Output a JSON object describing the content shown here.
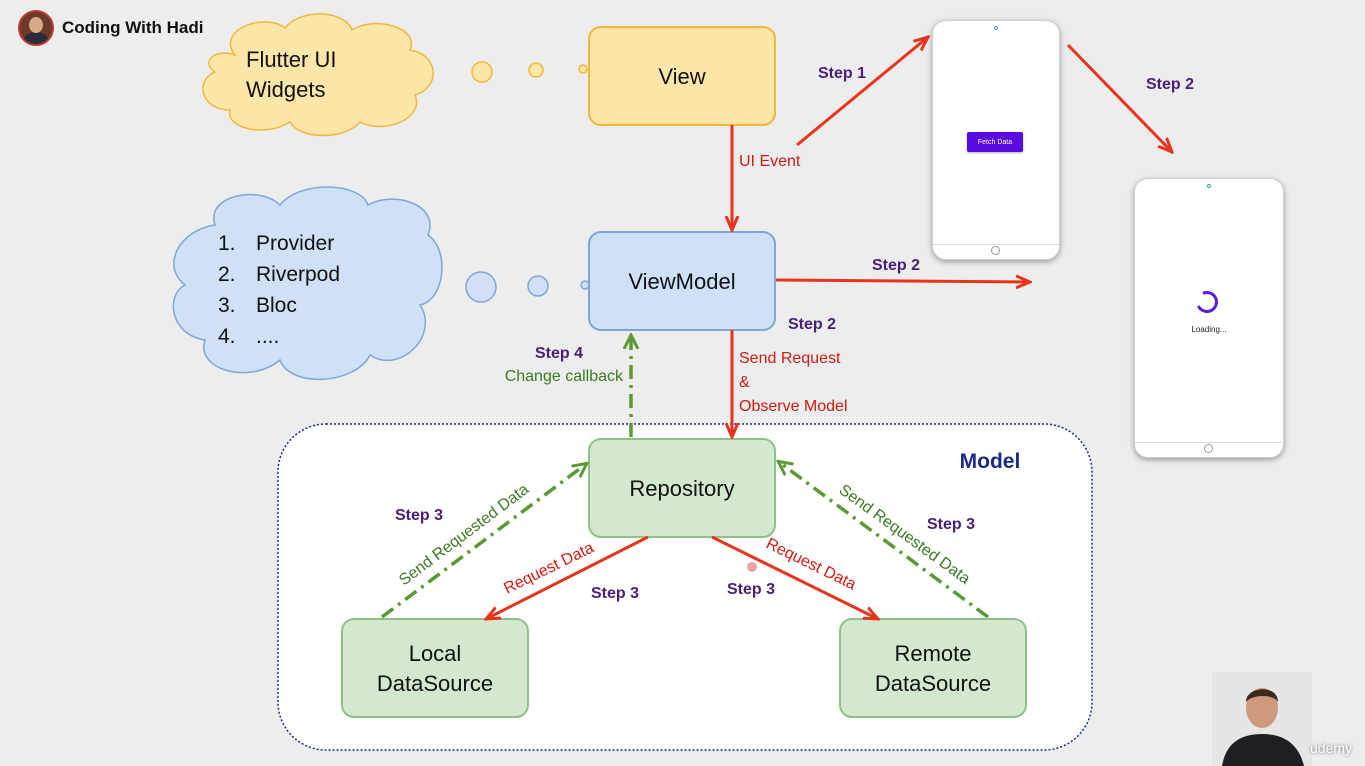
{
  "channel": {
    "name": "Coding With Hadi"
  },
  "cloud_flutter": {
    "line1": "Flutter UI",
    "line2": "Widgets"
  },
  "cloud_state": {
    "items": [
      {
        "num": "1.",
        "text": "Provider"
      },
      {
        "num": "2.",
        "text": "Riverpod"
      },
      {
        "num": "3.",
        "text": "Bloc"
      },
      {
        "num": "4.",
        "text": "...."
      }
    ]
  },
  "nodes": {
    "view": "View",
    "viewmodel": "ViewModel",
    "repository": "Repository",
    "local_line1": "Local",
    "local_line2": "DataSource",
    "remote_line1": "Remote",
    "remote_line2": "DataSource",
    "model": "Model"
  },
  "labels": {
    "ui_event": "UI Event",
    "step1_phone": "Step 1",
    "step2_phones": "Step 2",
    "step2_vm_right": "Step 2",
    "step2_vm_below": "Step 2",
    "send_request": "Send Request",
    "amp": "&",
    "observe_model": "Observe Model",
    "step4": "Step 4",
    "change_callback": "Change callback",
    "step3_left": "Step 3",
    "step3_right": "Step 3",
    "step3_center_left": "Step 3",
    "step3_center_right": "Step 3",
    "send_requested_data_left": "Send Requested Data",
    "send_requested_data_right": "Send Requested Data",
    "request_data_left": "Request Data",
    "request_data_right": "Request Data"
  },
  "phones": {
    "fetch_button": "Fetch Data",
    "loading_text": "Loading..."
  },
  "watermark": "udemy",
  "colors": {
    "view_fill": "#fde7a8",
    "view_stroke": "#f2b63a",
    "vm_fill": "#cfe0f7",
    "vm_stroke": "#7ea6d8",
    "repo_fill": "#d3e8cf",
    "repo_stroke": "#8fc187",
    "red_arrow": "#e8341c",
    "green_dash": "#5a9a32",
    "step_purple": "#4a1d7a",
    "red_text": "#d01a10",
    "green_text": "#3d7a22",
    "model_title": "#1a2a8c",
    "model_border": "#1a2a8c"
  }
}
